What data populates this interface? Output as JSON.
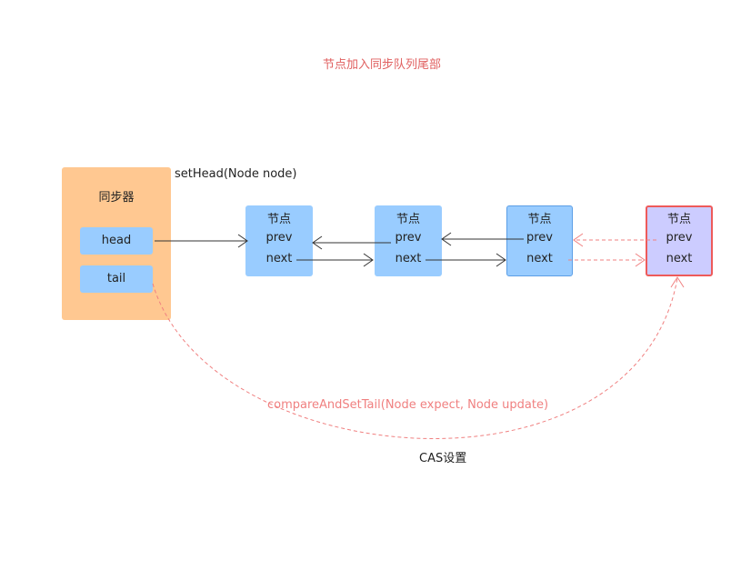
{
  "title": "节点加入同步队列尾部",
  "synchronizer": {
    "label": "同步器",
    "head_label": "head",
    "tail_label": "tail"
  },
  "set_head_label": "setHead(Node node)",
  "nodes": [
    {
      "title": "节点",
      "prev": "prev",
      "next": "next"
    },
    {
      "title": "节点",
      "prev": "prev",
      "next": "next"
    },
    {
      "title": "节点",
      "prev": "prev",
      "next": "next"
    },
    {
      "title": "节点",
      "prev": "prev",
      "next": "next"
    }
  ],
  "cas_method_label": "compareAndSetTail(Node expect, Node update)",
  "cas_label": "CAS设置",
  "colors": {
    "synchronizer_bg": "#ffc891",
    "node_bg": "#99ccff",
    "new_node_bg": "#ccccff",
    "new_node_border": "#ee5a5a",
    "dashed_arrow": "#f08080",
    "title_color": "#e06060"
  }
}
